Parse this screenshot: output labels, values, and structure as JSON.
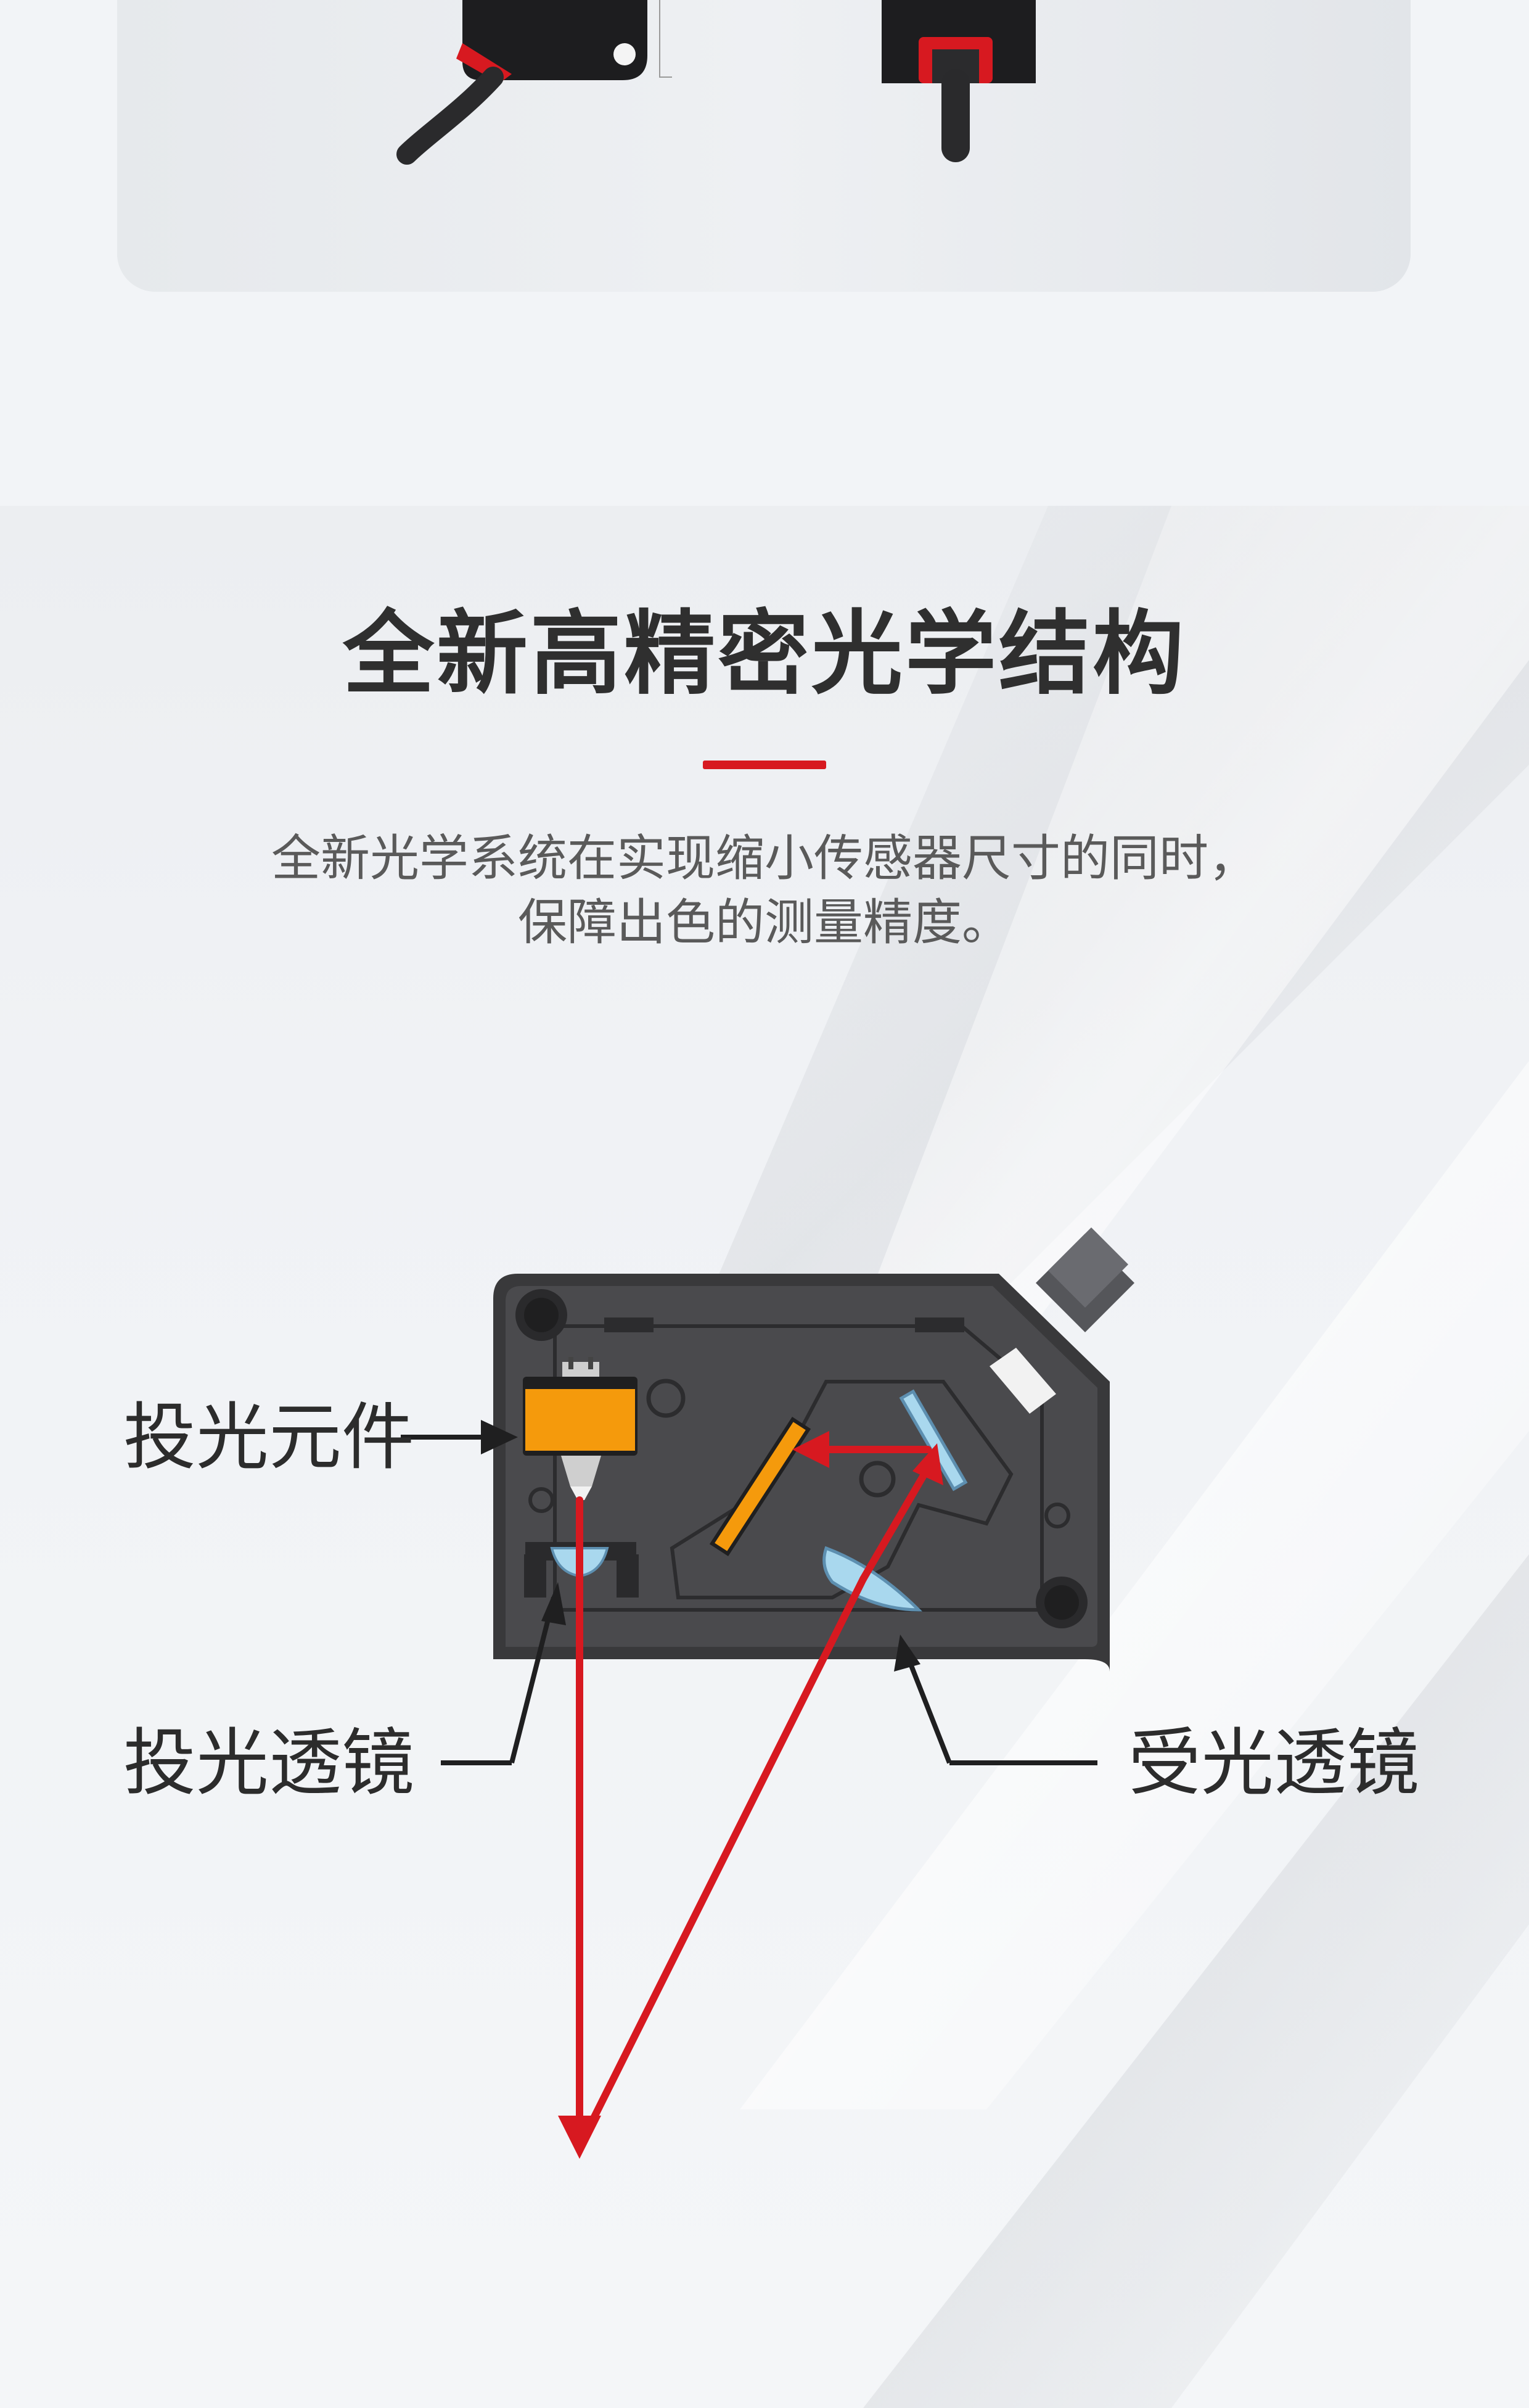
{
  "section": {
    "title": "全新高精密光学结构",
    "subtitle_line1": "全新光学系统在实现缩小传感器尺寸的同时，",
    "subtitle_line2": "保障出色的测量精度。"
  },
  "diagram": {
    "labels": {
      "emitter": "投光元件",
      "emitter_lens": "投光透镜",
      "receiver_lens": "受光透镜"
    },
    "colors": {
      "beam": "#d71920",
      "emitter_element": "#f59a0c",
      "housing": "#3b3b3d",
      "lens": "#a9d8ee",
      "accent": "#d71920"
    }
  }
}
